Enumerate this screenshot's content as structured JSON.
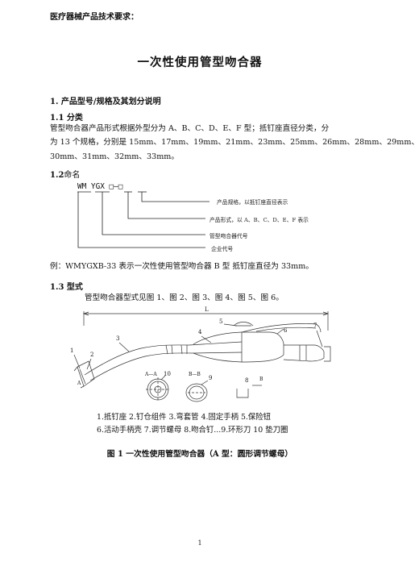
{
  "header": "医疗器械产品技术要求：",
  "title": "一次性使用管型吻合器",
  "sec1_heading": "1. 产品型号/规格及其划分说明",
  "sec11_heading": "1.1 分类",
  "sec11_line1": "管型吻合器产品形式根据外型分为 A、B、C、D、E、F 型；抵钉座直径分类，分",
  "sec11_line2": "为 13 个规格，分别是 15mm、17mm、19mm、21mm、23mm、25mm、26mm、28mm、29mm、",
  "sec11_line3": "30mm、31mm、32mm、33mm。",
  "sec12_heading_num": "1.2",
  "sec12_heading_text": "命名",
  "naming": {
    "code": "WM YGX □—□",
    "label_spec": "产品规格，以抵钉座直径表示",
    "label_form": "产品形式，以 A、B、C、D、E、F 表示",
    "label_product": "管型吻合器代号",
    "label_company": "企业代号"
  },
  "example": "例：WMYGXB-33 表示一次性使用管型吻合器 B 型 抵钉座直径为 33mm。",
  "sec13_heading": "1.3 型式",
  "sec13_text": "管型吻合器型式见图 1、图 2、图 3、图 4、图 5、图 6。",
  "figure_labels": {
    "L": "L",
    "n1": "1",
    "n2": "2",
    "n3": "3",
    "n4": "4",
    "n5": "5",
    "n6": "6",
    "n7": "7",
    "n8": "8",
    "n9": "9",
    "n10": "10",
    "sec_aa": "A—A",
    "sec_bb": "B—B",
    "A": "A",
    "B": "B"
  },
  "caption_line1": "1.抵钉座 2.钉仓组件 3.弯套管 4.固定手柄 5.保险钮",
  "caption_line2": "6.活动手柄壳  7.调节螺母   8.吻合钉...9.环形刀 10 垫刀圈",
  "figure_title": "图 1 一次性使用管型吻合器（A 型：圆形调节螺母）",
  "page_number": "1"
}
